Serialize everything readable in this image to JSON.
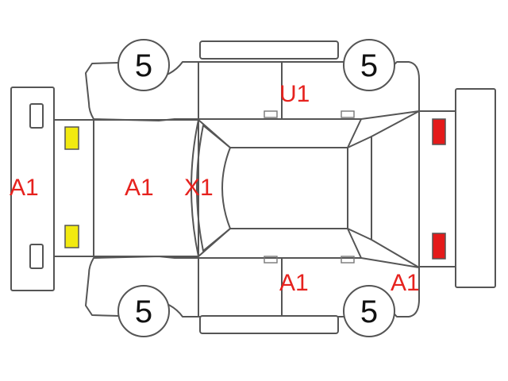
{
  "colors": {
    "outline": "#555555",
    "damage_code": "#e6221e",
    "front_lamp": "#f2ea10",
    "rear_lamp": "#e41a1a",
    "tire_number": "#111111"
  },
  "labels": {
    "front_bumper": "A1",
    "hood": "A1",
    "windshield": "X1",
    "right_front_door": "U1",
    "left_rear_door": "A1",
    "left_rear_quarter": "A1"
  },
  "tires": {
    "right_front": "5",
    "right_rear": "5",
    "left_front": "5",
    "left_rear": "5"
  }
}
